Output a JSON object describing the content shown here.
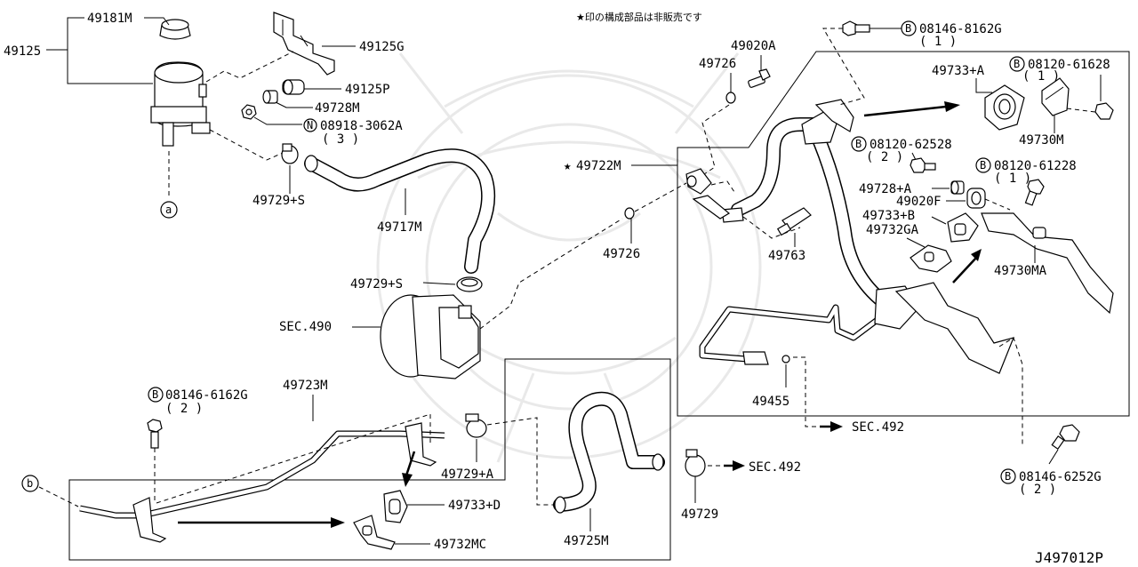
{
  "note": "★印の構成部品は非販売です",
  "diagram_id": "J497012P",
  "section_refs": {
    "sec490": "SEC.490",
    "sec492_a": "SEC.492",
    "sec492_b": "SEC.492"
  },
  "circle_refs": {
    "a": "a",
    "b": "b",
    "B": "B",
    "N": "N"
  },
  "parts": {
    "p49125": "49125",
    "p49181M": "49181M",
    "p49125G": "49125G",
    "p49125P": "49125P",
    "p49728M": "49728M",
    "p08918": "08918-3062A",
    "p08918_qty": "( 3 )",
    "p49729S_top": "49729+S",
    "p49717M": "49717M",
    "p49729S_pump": "49729+S",
    "p49726_a": "49726",
    "p49020A": "49020A",
    "p49726_b": "49726",
    "p49722M": "49722M",
    "p49722M_star": "★",
    "p08146_8162G": "08146-8162G",
    "p08146_8162G_qty": "( 1 )",
    "p49733A": "49733+A",
    "p08120_61628": "08120-61628",
    "p08120_61628_qty": "( 1 )",
    "p49730M": "49730M",
    "p08120_62528": "08120-62528",
    "p08120_62528_qty": "( 2 )",
    "p08120_61228": "08120-61228",
    "p08120_61228_qty": "( 1 )",
    "p49728A": "49728+A",
    "p49020F": "49020F",
    "p49733B": "49733+B",
    "p49732GA": "49732GA",
    "p49730MA": "49730MA",
    "p49763": "49763",
    "p49455": "49455",
    "p08146_6252G": "08146-6252G",
    "p08146_6252G_qty": "( 2 )",
    "p08146_6162G": "08146-6162G",
    "p08146_6162G_qty": "( 2 )",
    "p49723M": "49723M",
    "p49729A": "49729+A",
    "p49733D": "49733+D",
    "p49732MC": "49732MC",
    "p49725M": "49725M",
    "p49729": "49729"
  }
}
